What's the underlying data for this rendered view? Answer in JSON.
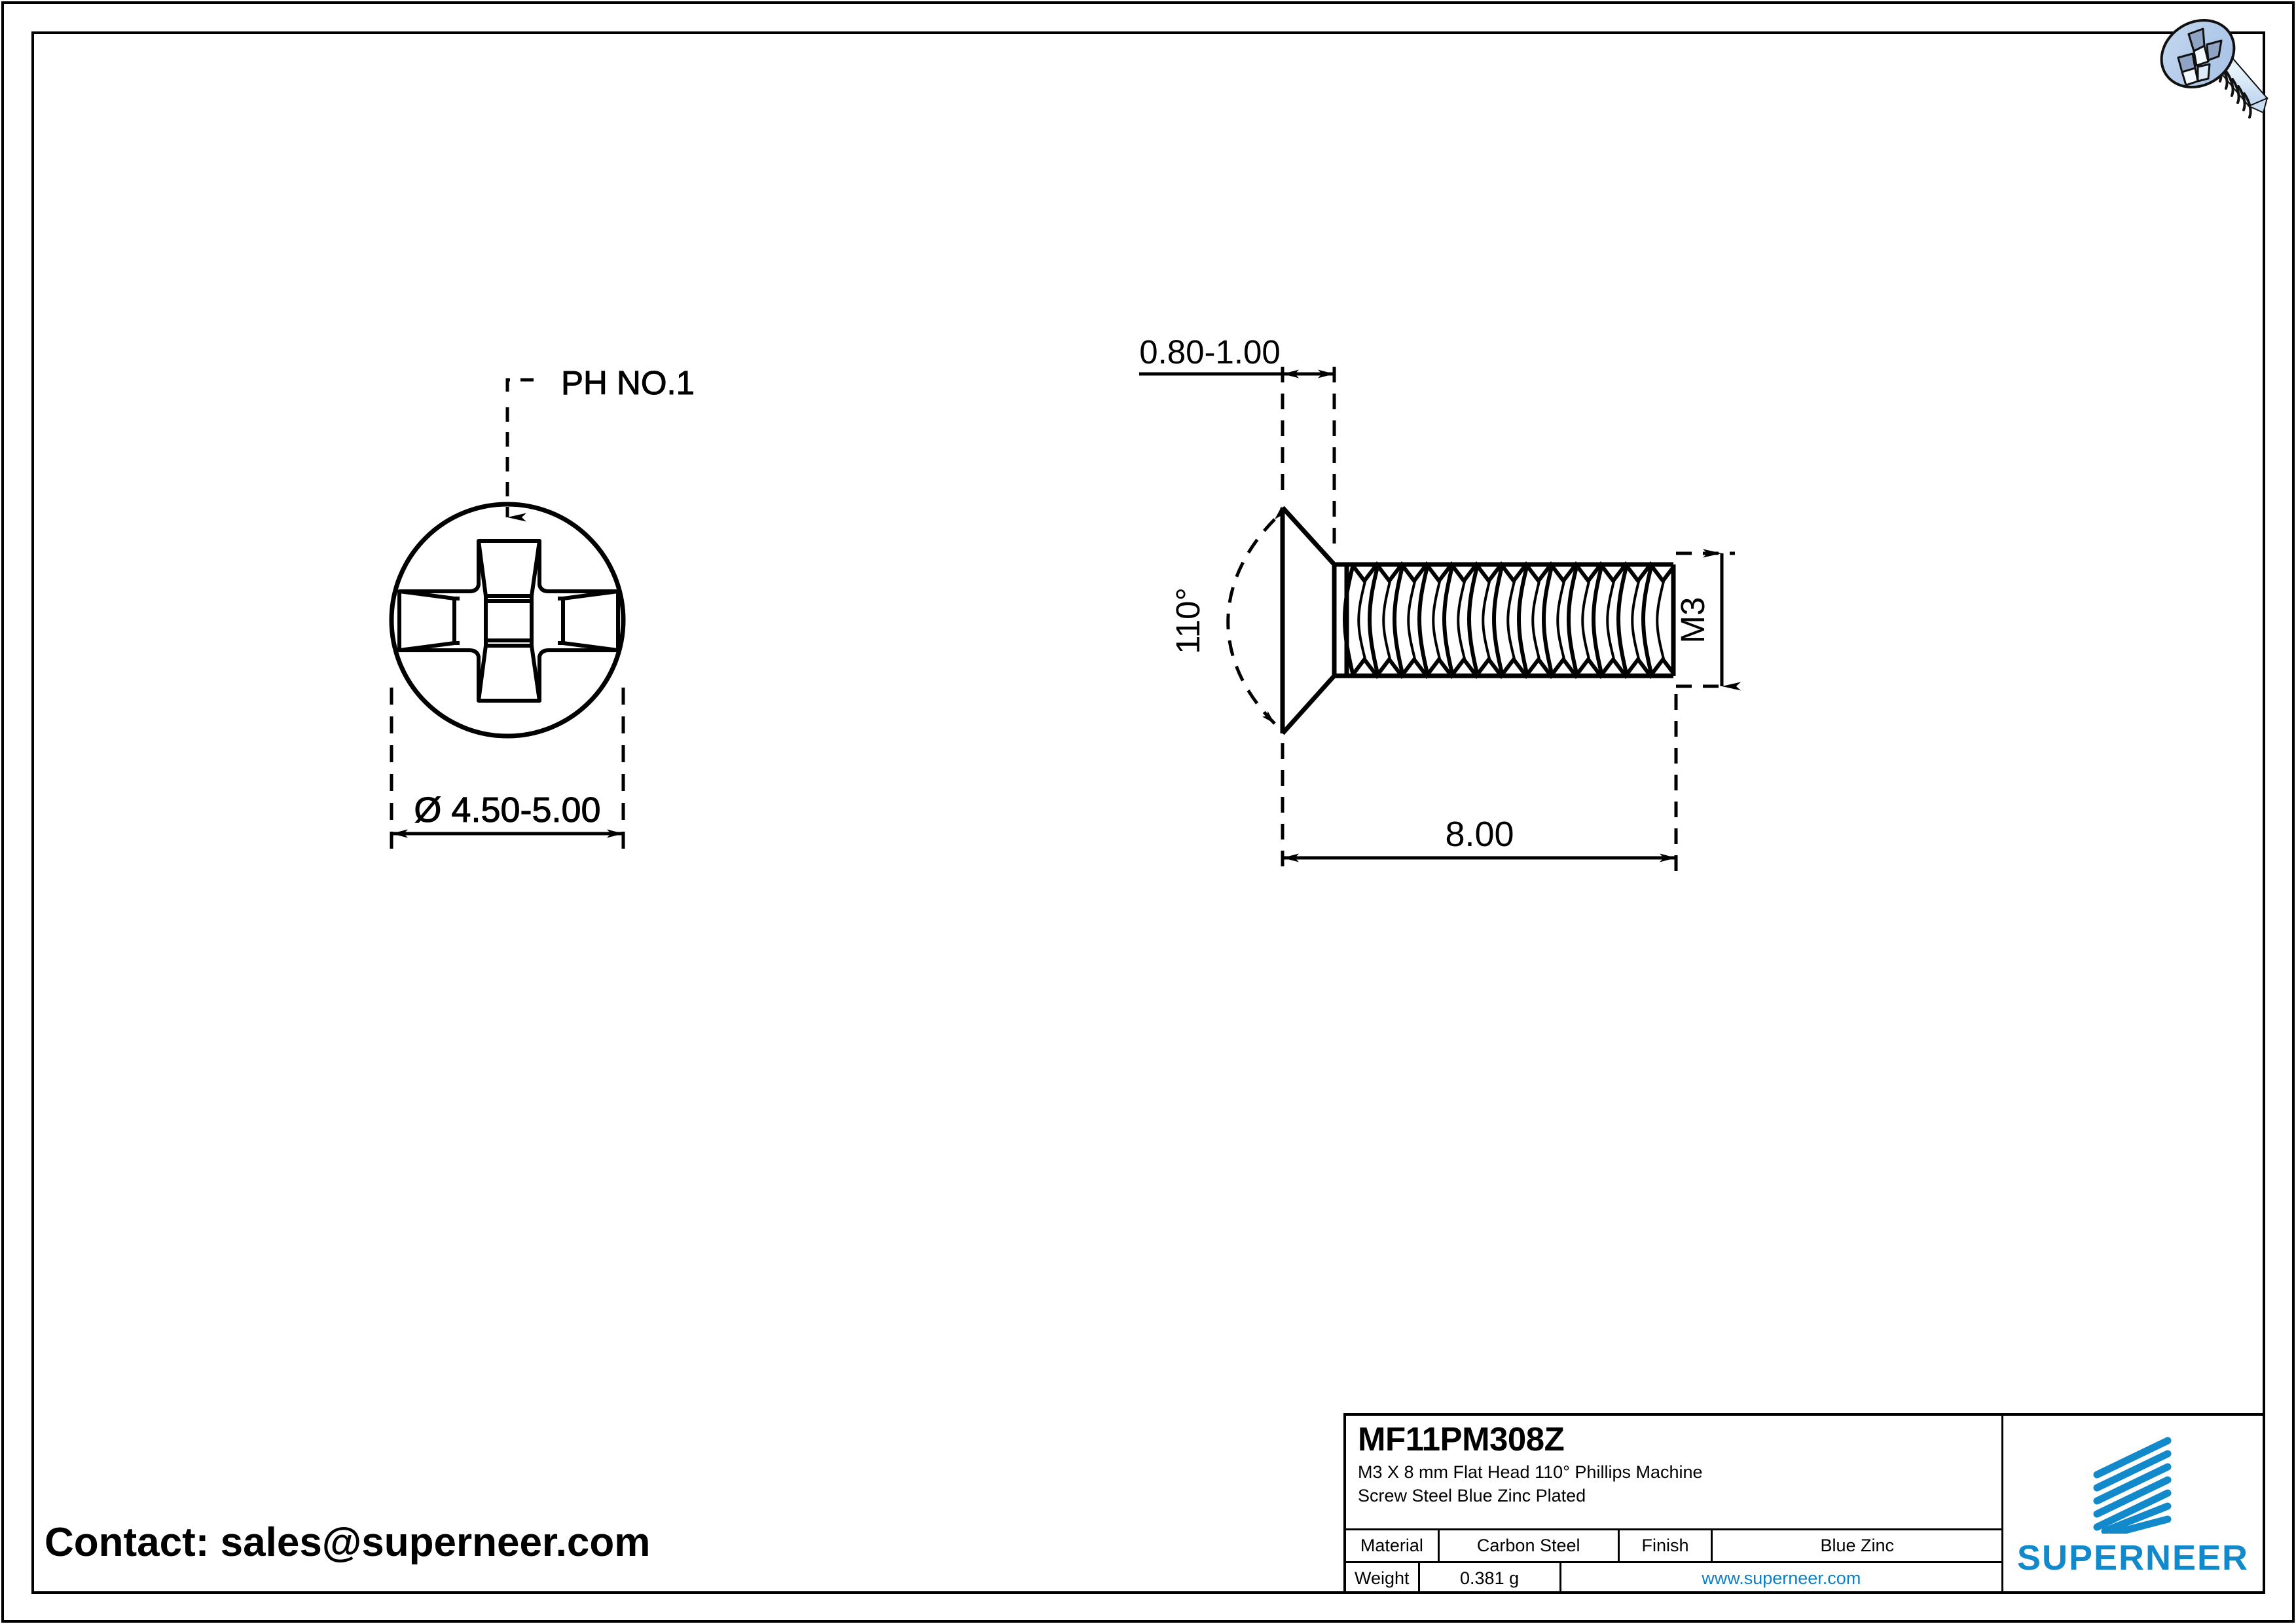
{
  "drawing": {
    "front_view": {
      "leader_label": "PH NO.1",
      "diameter_dim": "Ø 4.50-5.00",
      "recess_type": "phillips-cross"
    },
    "side_view": {
      "head_height_dim": "0.80-1.00",
      "head_angle_dim": "110°",
      "thread_size_dim": "M3",
      "length_dim": "8.00"
    }
  },
  "title_block": {
    "part_number": "MF11PM308Z",
    "description_line1": "M3 X 8 mm  Flat Head 110° Phillips Machine",
    "description_line2": "Screw Steel Blue Zinc Plated",
    "material_label": "Material",
    "material_value": "Carbon Steel",
    "finish_label": "Finish",
    "finish_value": "Blue Zinc",
    "weight_label": "Weight",
    "weight_value": "0.381 g",
    "website": "www.superneer.com",
    "brand": "SUPERNEER"
  },
  "contact": {
    "text": "Contact: sales@superneer.com"
  },
  "colors": {
    "brand_blue": "#1289ca",
    "link_blue": "#0d7fc4",
    "screw_head_fill": "#b9d0ec",
    "screw_shaft_fill": "#d9ecfa",
    "recess_shade": "#8fa4c4",
    "line_black": "#000000"
  },
  "chart_data": {
    "type": "table",
    "title": "MF11PM308Z",
    "categories": [
      "Material",
      "Finish",
      "Weight"
    ],
    "values": [
      "Carbon Steel",
      "Blue Zinc",
      "0.381 g"
    ],
    "dimensions": {
      "head_diameter_mm": "4.50-5.00",
      "head_height_mm": "0.80-1.00",
      "head_angle_deg": "110",
      "thread": "M3",
      "length_mm": "8.00",
      "driver": "PH NO.1"
    }
  }
}
